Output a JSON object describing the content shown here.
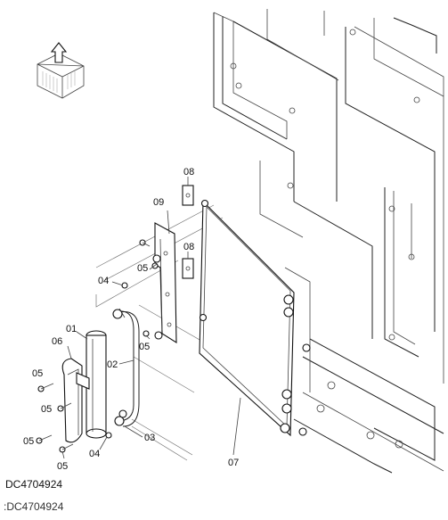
{
  "figure": {
    "code": "DC4704924",
    "caption": ":DC4704924",
    "callouts": [
      "01",
      "02",
      "03",
      "04",
      "04",
      "05",
      "05",
      "05",
      "05",
      "05",
      "05",
      "06",
      "07",
      "08",
      "08",
      "09"
    ]
  }
}
